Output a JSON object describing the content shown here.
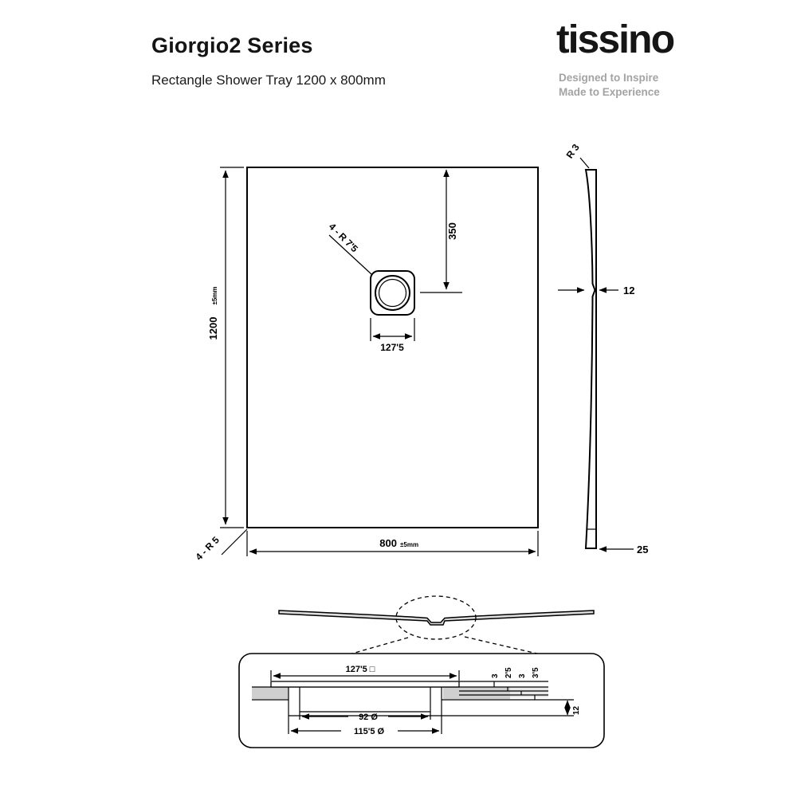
{
  "header": {
    "title": "Giorgio2 Series",
    "subtitle": "Rectangle Shower Tray 1200 x 800mm"
  },
  "brand": {
    "logo": "tissino",
    "tagline_line1": "Designed to Inspire",
    "tagline_line2": "Made to Experience"
  },
  "plan_view": {
    "length": "1200",
    "length_tolerance": "±5mm",
    "width": "800",
    "width_tolerance": "±5mm",
    "drain_offset_from_top": "350",
    "drain_square_size": "127'5",
    "drain_corner_note": "4 - R 7'5",
    "tray_corner_note": "4 - R 5"
  },
  "side_view": {
    "edge_radius": "R 3",
    "thickness": "12",
    "edge_height": "25"
  },
  "detail_view": {
    "flange_square": "127'5 □",
    "waste_diameter": "92 Ø",
    "recess_diameter": "115'5 Ø",
    "step_dims": [
      "3",
      "2'5",
      "3",
      "3'5"
    ],
    "depth_below": "12"
  },
  "colors": {
    "line": "#000000",
    "tagline_gray": "#a3a3a3",
    "section_fill": "#dedede",
    "shading_gray": "#cfcfcf"
  }
}
